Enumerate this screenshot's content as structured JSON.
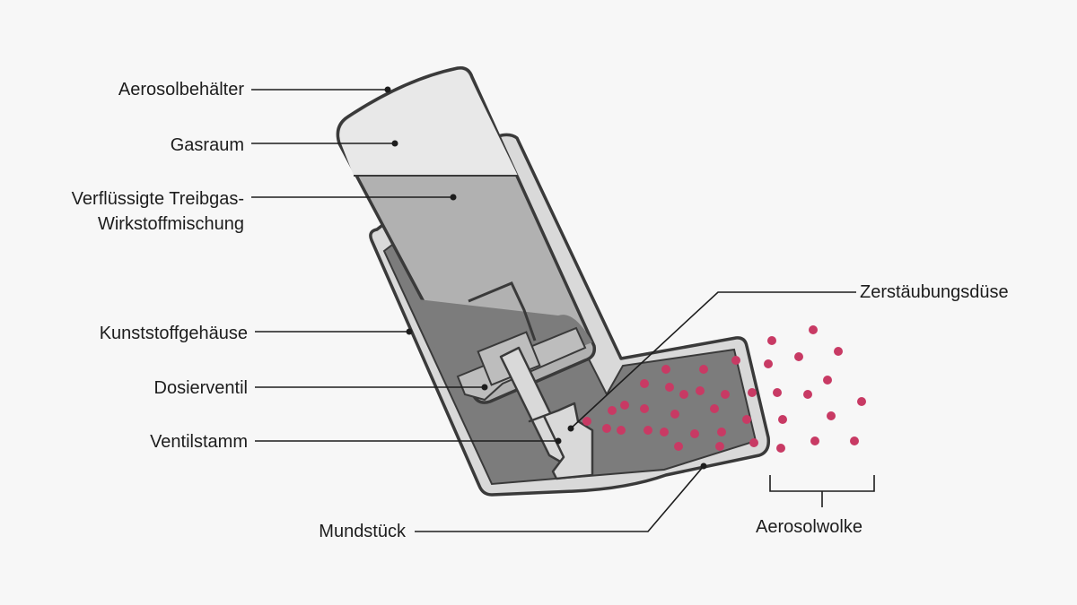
{
  "colors": {
    "background": "#f7f7f7",
    "outline": "#3a3a3a",
    "housing": "#d9d9d9",
    "cavity": "#7c7c7c",
    "gas_space": "#e8e8e8",
    "liquid": "#b1b1b1",
    "valve": "#bdbdbd",
    "particles": "#c83a64"
  },
  "labels": {
    "aerosolbehaelter": "Aerosolbehälter",
    "gasraum": "Gasraum",
    "treibgas_line1": "Verflüssigte Treibgas-",
    "treibgas_line2": "Wirkstoffmischung",
    "kunststoffgehaeuse": "Kunststoffgehäuse",
    "dosierventil": "Dosierventil",
    "ventilstamm": "Ventilstamm",
    "mundstueck": "Mundstück",
    "zerstaeubungsduese": "Zerstäubungsdüse",
    "aerosolwolke": "Aerosolwolke"
  }
}
